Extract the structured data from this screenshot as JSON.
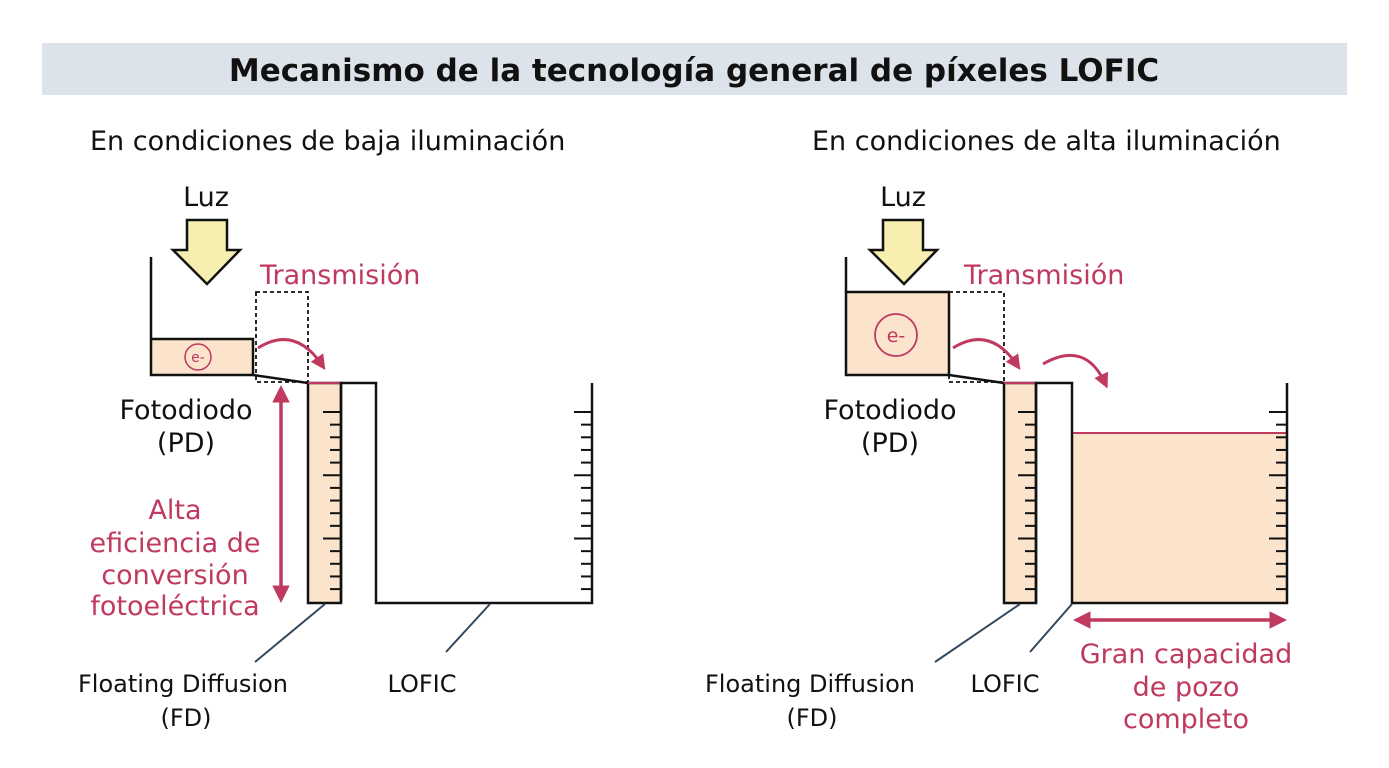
{
  "title": "Mecanismo de la tecnología general de píxeles LOFIC",
  "colors": {
    "title_bg": "#dde3ea",
    "accent": "#c0395f",
    "charge_fill": "#fbe3cc",
    "light_arrow": "#f6efb0"
  },
  "left": {
    "subtitle": "En condiciones de baja iluminación",
    "light": "Luz",
    "transfer": "Transmisión",
    "electron": "e-",
    "pd_line1": "Fotodiodo",
    "pd_line2": "(PD)",
    "note": [
      "Alta",
      "eficiencia de",
      "conversión",
      "fotoeléctrica"
    ],
    "fd_line1": "Floating Diffusion",
    "fd_line2": "(FD)",
    "lofic": "LOFIC"
  },
  "right": {
    "subtitle": "En condiciones de alta iluminación",
    "light": "Luz",
    "transfer": "Transmisión",
    "electron": "e-",
    "pd_line1": "Fotodiodo",
    "pd_line2": "(PD)",
    "fd_line1": "Floating Diffusion",
    "fd_line2": "(FD)",
    "lofic": "LOFIC",
    "note": [
      "Gran capacidad",
      "de pozo",
      "completo"
    ]
  }
}
